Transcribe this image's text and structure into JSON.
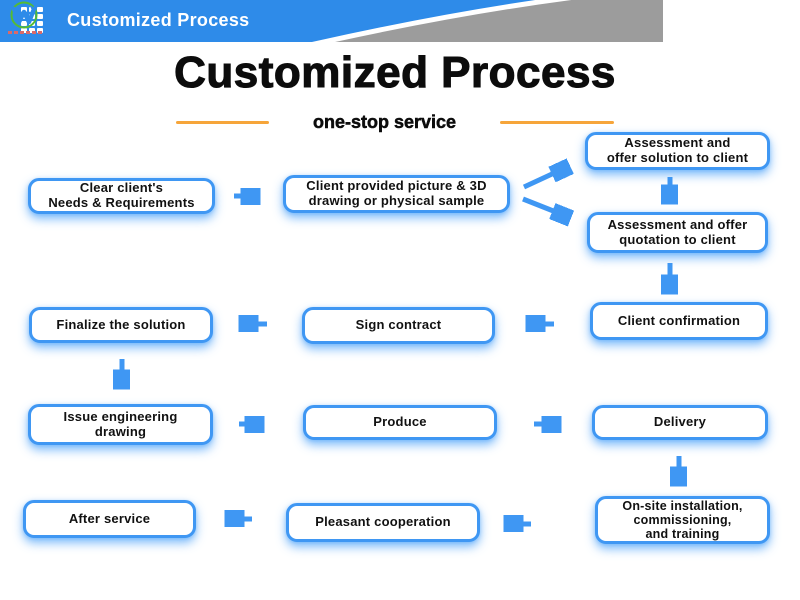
{
  "header": {
    "bar_title": "Customized Process",
    "grid_icon": "app-grid-icon",
    "logo": "company-logo"
  },
  "page": {
    "title": "Customized Process",
    "subtitle": "one-stop service"
  },
  "colors": {
    "header_blue": "#2E8BE9",
    "header_gray": "#9C9C9C",
    "accent_blue": "#3F97F3",
    "accent_orange": "#F6A53A",
    "text_black": "#0C0C0C"
  },
  "boxes": [
    {
      "id": "clear-needs",
      "label": "Clear client's\nNeeds & Requirements"
    },
    {
      "id": "client-provided",
      "label": "Client provided picture & 3D\ndrawing or physical sample"
    },
    {
      "id": "assessment-solution",
      "label": "Assessment and\noffer solution to client"
    },
    {
      "id": "assessment-quotation",
      "label": "Assessment and offer\nquotation to client"
    },
    {
      "id": "client-confirmation",
      "label": "Client confirmation"
    },
    {
      "id": "sign-contract",
      "label": "Sign contract"
    },
    {
      "id": "finalize-solution",
      "label": "Finalize the solution"
    },
    {
      "id": "issue-engineering-drawing",
      "label": "Issue engineering\ndrawing"
    },
    {
      "id": "produce",
      "label": "Produce"
    },
    {
      "id": "delivery",
      "label": "Delivery"
    },
    {
      "id": "onsite-installation",
      "label": "On-site installation,\ncommissioning,\nand training"
    },
    {
      "id": "pleasant-cooperation",
      "label": "Pleasant cooperation"
    },
    {
      "id": "after-service",
      "label": "After service"
    }
  ],
  "flow_edges": [
    {
      "from": "clear-needs",
      "to": "client-provided"
    },
    {
      "from": "client-provided",
      "to": "assessment-solution"
    },
    {
      "from": "client-provided",
      "to": "assessment-quotation"
    },
    {
      "from": "assessment-solution",
      "to": "assessment-quotation"
    },
    {
      "from": "assessment-quotation",
      "to": "client-confirmation"
    },
    {
      "from": "client-confirmation",
      "to": "sign-contract"
    },
    {
      "from": "sign-contract",
      "to": "finalize-solution"
    },
    {
      "from": "finalize-solution",
      "to": "issue-engineering-drawing"
    },
    {
      "from": "issue-engineering-drawing",
      "to": "produce"
    },
    {
      "from": "produce",
      "to": "delivery"
    },
    {
      "from": "delivery",
      "to": "onsite-installation"
    },
    {
      "from": "onsite-installation",
      "to": "pleasant-cooperation"
    },
    {
      "from": "pleasant-cooperation",
      "to": "after-service"
    }
  ]
}
